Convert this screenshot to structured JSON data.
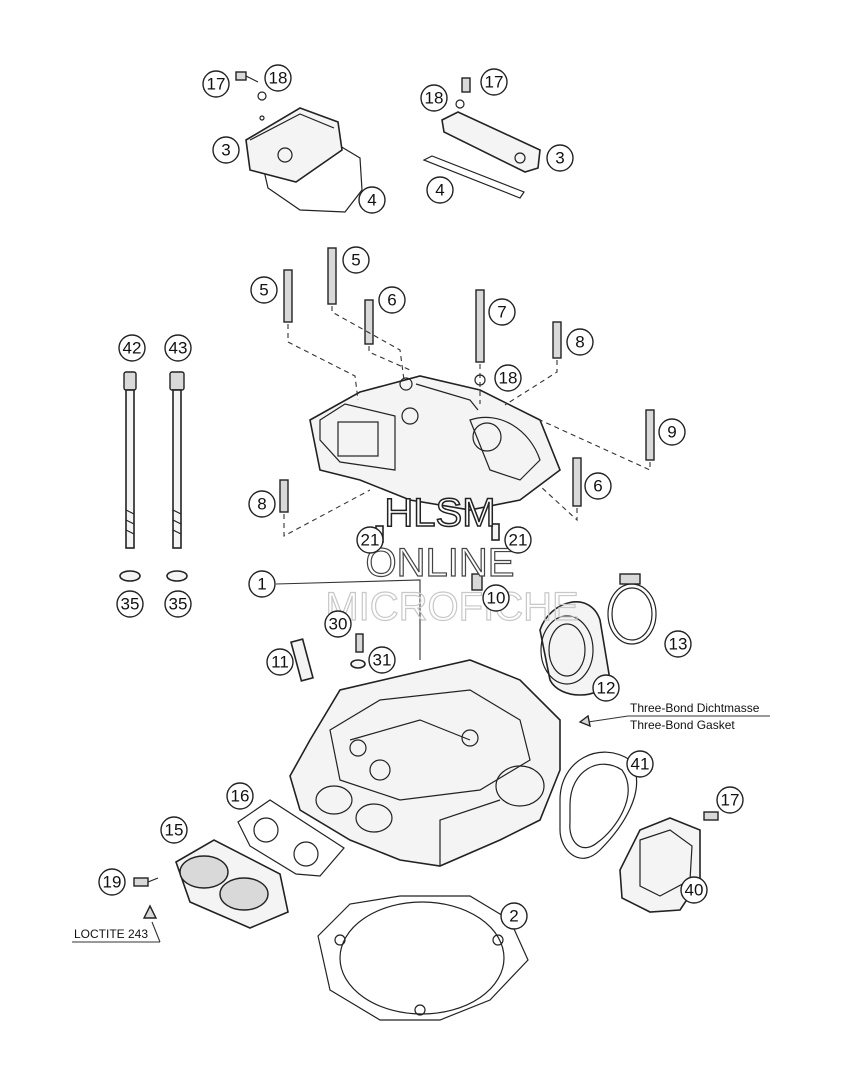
{
  "callouts": {
    "c17a": "17",
    "c18a": "18",
    "c3a": "3",
    "c4a": "4",
    "c18b": "18",
    "c17b": "17",
    "c3b": "3",
    "c4b": "4",
    "c5a": "5",
    "c5b": "5",
    "c6a": "6",
    "c7": "7",
    "c8a": "8",
    "c18c": "18",
    "c9": "9",
    "c6b": "6",
    "c8b": "8",
    "c42": "42",
    "c43": "43",
    "c35a": "35",
    "c35b": "35",
    "c21a": "21",
    "c21b": "21",
    "c1": "1",
    "c10": "10",
    "c30": "30",
    "c31": "31",
    "c11": "11",
    "c13": "13",
    "c12": "12",
    "c41": "41",
    "c17c": "17",
    "c40": "40",
    "c16": "16",
    "c15": "15",
    "c19": "19",
    "c2": "2"
  },
  "notes": {
    "three_bond_de": "Three-Bond Dichtmasse",
    "three_bond_en": "Three-Bond Gasket",
    "loctite": "LOCTITE 243"
  },
  "watermark": {
    "line1": "HLSM",
    "line2": "ONLINE",
    "line3": "MICROFICHE"
  }
}
